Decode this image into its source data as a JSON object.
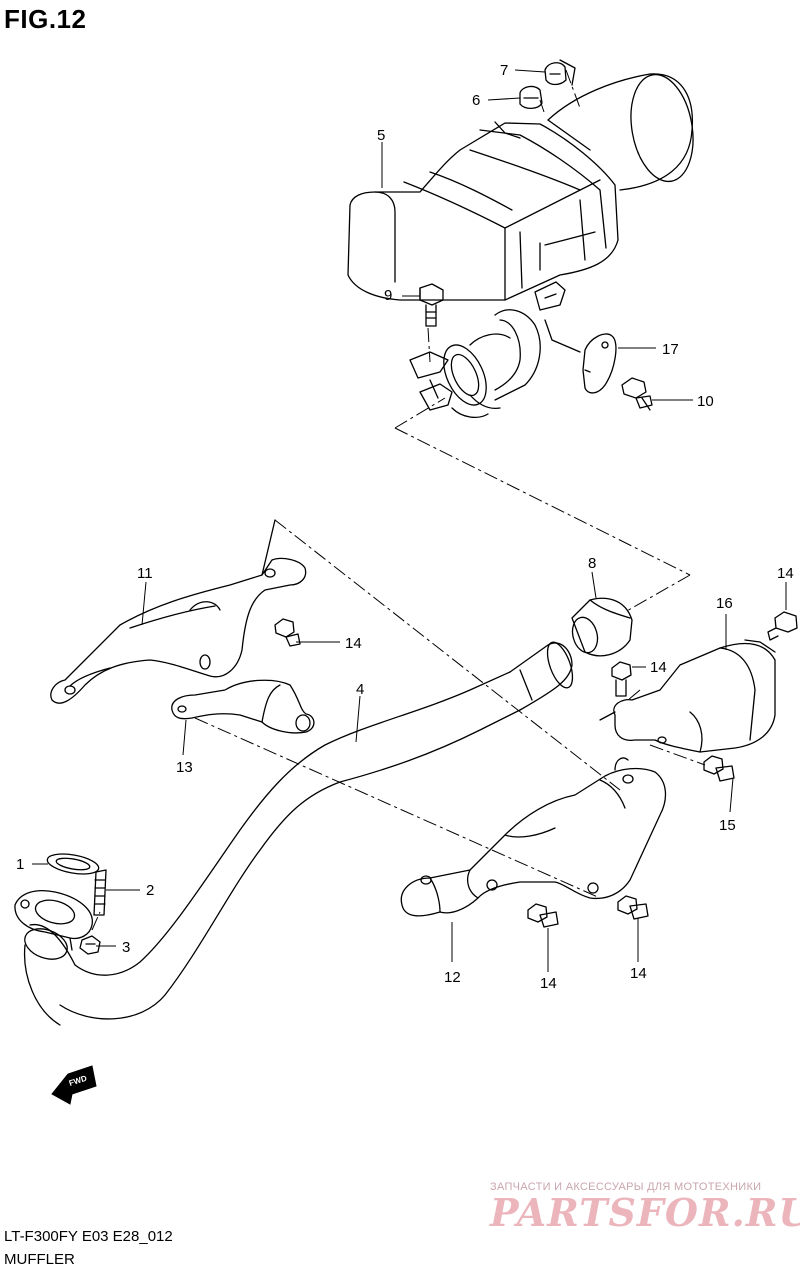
{
  "figure": {
    "title": "FIG.12",
    "model_code": "LT-F300FY E03 E28_012",
    "name": "MUFFLER"
  },
  "callouts": [
    "1",
    "2",
    "3",
    "4",
    "5",
    "6",
    "7",
    "8",
    "9",
    "10",
    "11",
    "12",
    "13",
    "14",
    "15",
    "16",
    "17"
  ],
  "callouts_repeat": {
    "p14": "14"
  },
  "fwd_label": "FWD",
  "watermark": {
    "tagline": "ЗАПЧАСТИ И АКСЕССУАРЫ ДЛЯ МОТОТЕХНИКИ",
    "brand": "PARTSFOR.RU"
  },
  "colors": {
    "line": "#000000",
    "background": "#ffffff",
    "watermark": "#cd3c50"
  }
}
